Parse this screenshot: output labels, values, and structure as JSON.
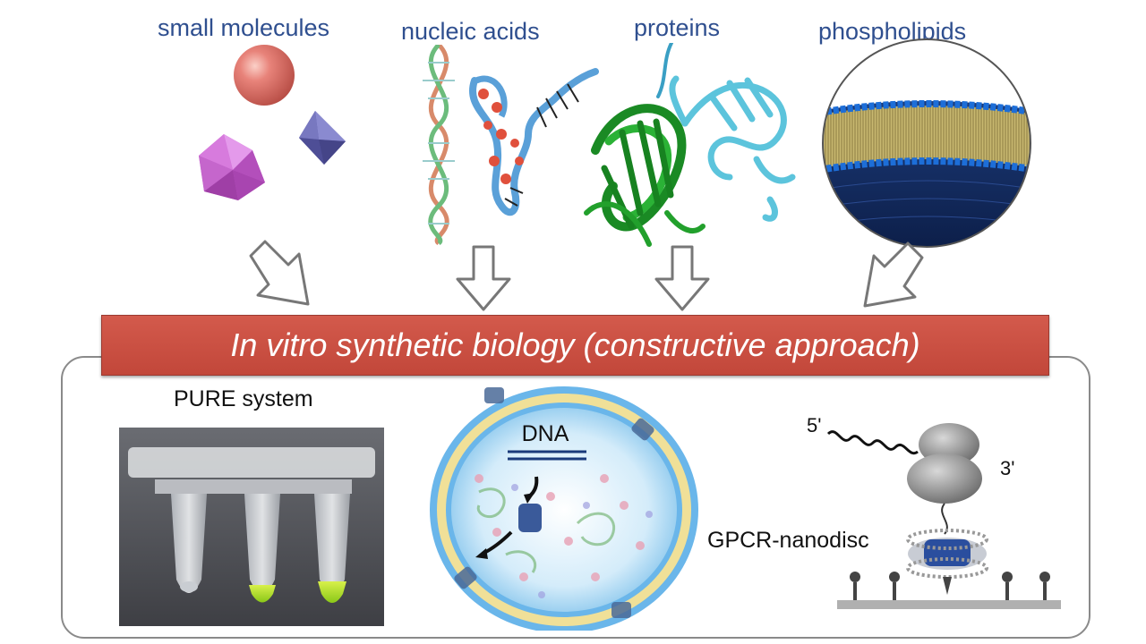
{
  "categories": [
    {
      "label": "small molecules"
    },
    {
      "label": "nucleic acids"
    },
    {
      "label": "proteins"
    },
    {
      "label": "phospholipids"
    }
  ],
  "banner": {
    "title": "In vitro synthetic biology (constructive approach)"
  },
  "panel": {
    "pure_system_label": "PURE system",
    "dna_label": "DNA",
    "gpcr_label": "GPCR-nanodisc",
    "five_prime": "5'",
    "three_prime": "3'"
  },
  "colors": {
    "label_blue": "#2f4f8f",
    "banner_red": "#c9483b",
    "sphere": "#e0786e",
    "icosahedron": "#d070d8",
    "octahedron": "#6c6cb4",
    "protein_green": "#1e9a28",
    "protein_cyan": "#5cc4dc",
    "membrane_blue": "#1d6ed8"
  }
}
